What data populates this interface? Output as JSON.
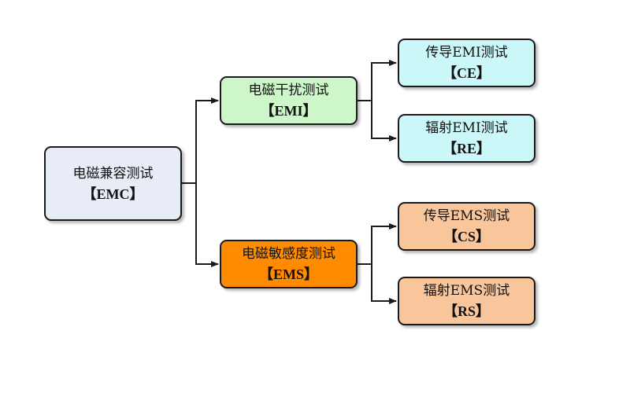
{
  "colors": {
    "emc_fill": "#e8ecf6",
    "emi_fill": "#cdf7c9",
    "ems_fill": "#ff8c00",
    "emi_child_fill": "#ccf7f8",
    "ems_child_fill": "#f9c59a",
    "border": "#1a1a1a",
    "connector": "#1a1a1a"
  },
  "nodes": {
    "emc": {
      "label": "电磁兼容测试",
      "code": "【EMC】"
    },
    "emi": {
      "label": "电磁干扰测试",
      "code": "【EMI】"
    },
    "ems": {
      "label": "电磁敏感度测试",
      "code": "【EMS】"
    },
    "ce": {
      "label": "传导EMI测试",
      "code": "【CE】"
    },
    "re": {
      "label": "辐射EMI测试",
      "code": "【RE】"
    },
    "cs": {
      "label": "传导EMS测试",
      "code": "【CS】"
    },
    "rs": {
      "label": "辐射EMS测试",
      "code": "【RS】"
    }
  }
}
